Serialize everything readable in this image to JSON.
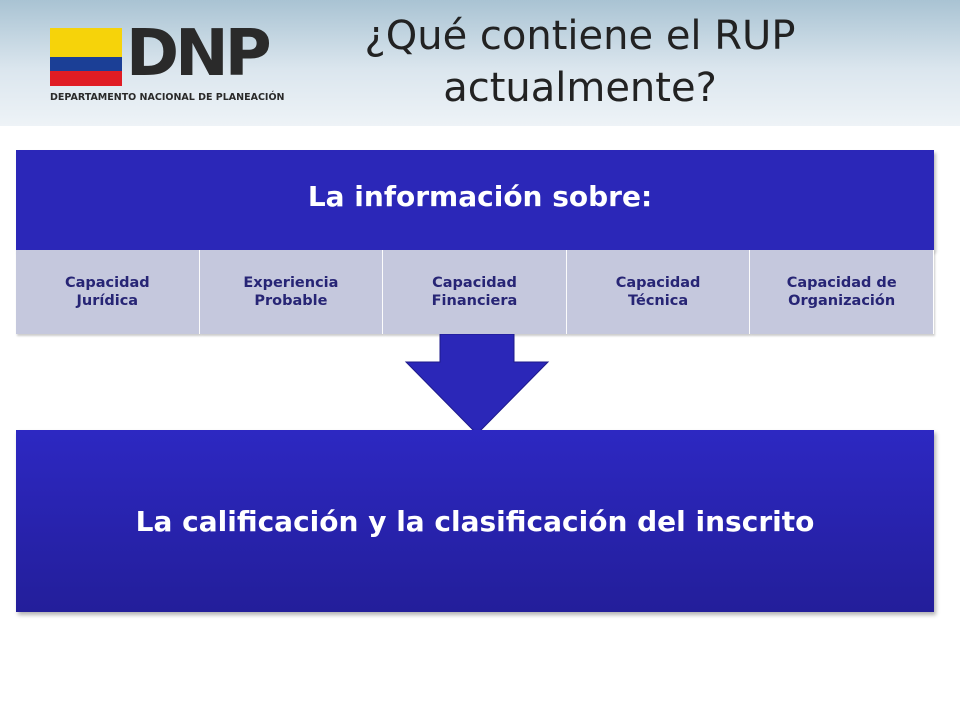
{
  "header": {
    "logo_mark": "DNP",
    "logo_subtitle": "DEPARTAMENTO NACIONAL DE PLANEACIÓN",
    "title": "¿Qué contiene el RUP actualmente?"
  },
  "diagram": {
    "top_label": "La información sobre:",
    "items": [
      {
        "label": "Capacidad\nJurídica"
      },
      {
        "label": "Experiencia\nProbable"
      },
      {
        "label": "Capacidad\nFinanciera"
      },
      {
        "label": "Capacidad\nTécnica"
      },
      {
        "label": "Capacidad de\nOrganización"
      }
    ],
    "bottom_label": "La calificación y la clasificación del inscrito"
  },
  "colors": {
    "primary_blue": "#2b27b8",
    "cell_fill": "#c5c8dd",
    "cell_text": "#272575",
    "flag_yellow": "#f6d30a",
    "flag_blue": "#1b3f96",
    "flag_red": "#e01c24"
  }
}
